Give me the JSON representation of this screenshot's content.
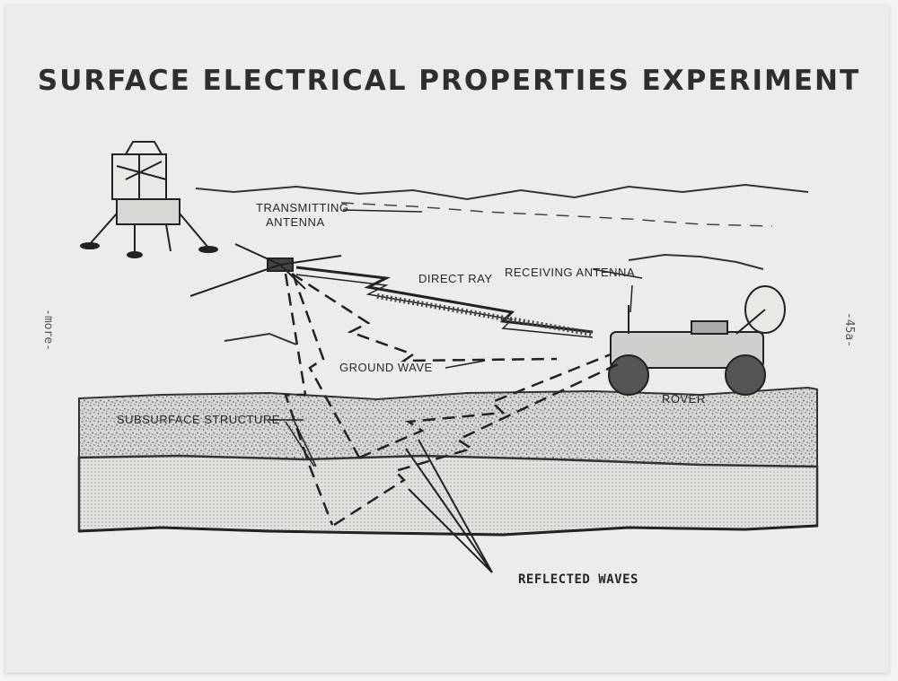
{
  "title": "SURFACE ELECTRICAL PROPERTIES EXPERIMENT",
  "labels": {
    "transmitting_antenna_line1": "TRANSMITTING",
    "transmitting_antenna_line2": "ANTENNA",
    "direct_ray": "DIRECT RAY",
    "receiving_antenna": "RECEIVING ANTENNA",
    "ground_wave": "GROUND WAVE",
    "rover": "ROVER",
    "subsurface_structure": "SUBSURFACE STRUCTURE",
    "reflected_waves": "REFLECTED WAVES"
  },
  "margin_text": {
    "left": "-more-",
    "right": "-45a-"
  },
  "colors": {
    "paper": "#ececea",
    "ink": "#2e2e2e",
    "stipple": "#8a8a8a"
  }
}
